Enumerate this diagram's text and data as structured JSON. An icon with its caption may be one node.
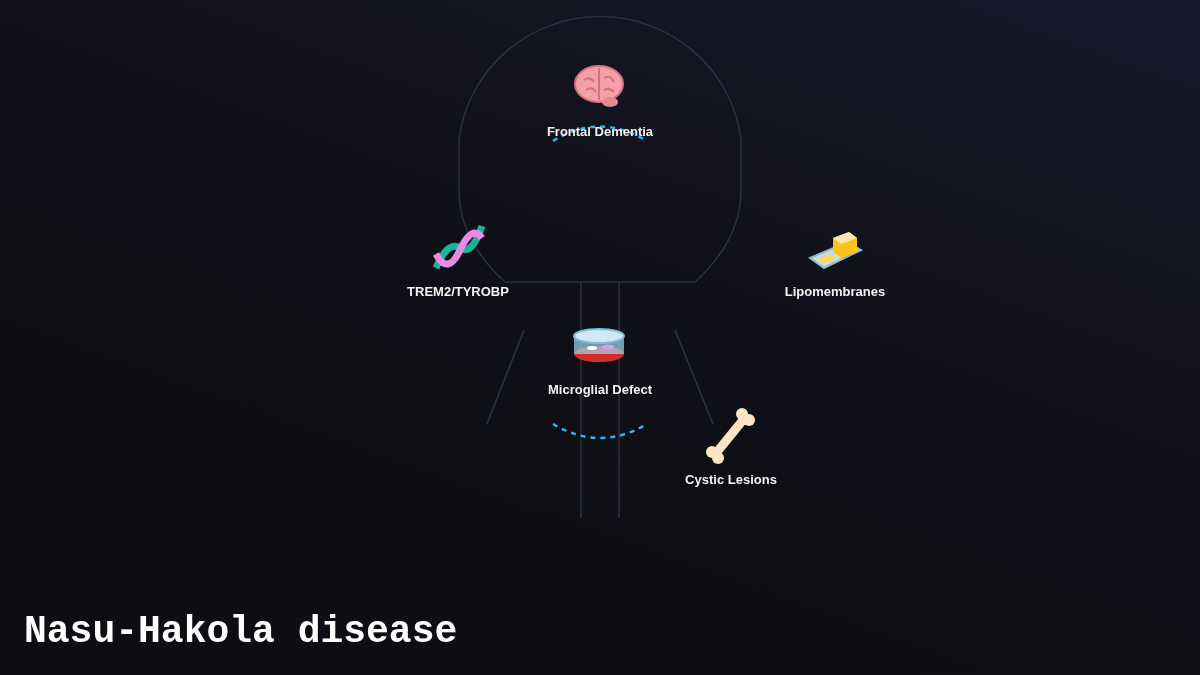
{
  "diagram": {
    "title": "Nasu-Hakola disease",
    "nodes": [
      {
        "text": [
          "Frontal Dementia"
        ]
      },
      {
        "text": [
          "TREM2/TYROBP"
        ]
      },
      {
        "text": [
          "Lipomembranes"
        ]
      },
      {
        "text": [
          "Microglial Defect"
        ]
      },
      {
        "text": [
          "Cystic Lesions"
        ]
      }
    ],
    "edges": []
  }
}
